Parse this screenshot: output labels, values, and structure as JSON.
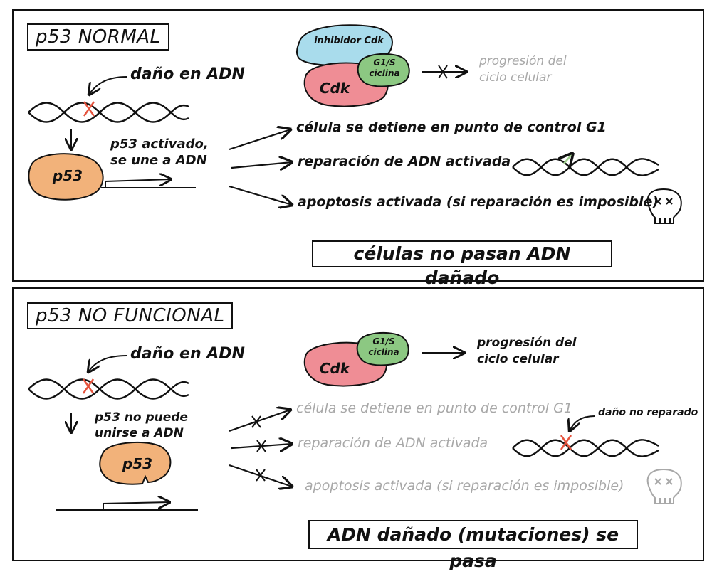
{
  "top": {
    "title": "p53 NORMAL",
    "damage_label": "daño en ADN",
    "p53_label": "p53",
    "activated_line1": "p53 activado,",
    "activated_line2": "se une a ADN",
    "inhibitor": "inhibidor Cdk",
    "cdk": "Cdk",
    "cyclin_line1": "G1/S",
    "cyclin_line2": "ciclina",
    "progression_line1": "progresión del",
    "progression_line2": "ciclo celular",
    "effects": [
      "célula se detiene en punto de control G1",
      "reparación de ADN activada",
      "apoptosis activada (si reparación es imposible)"
    ],
    "outcome": "células no pasan ADN dañado"
  },
  "bottom": {
    "title": "p53 NO FUNCIONAL",
    "damage_label": "daño en ADN",
    "p53_label": "p53",
    "cannot_line1": "p53 no puede",
    "cannot_line2": "unirse a ADN",
    "cdk": "Cdk",
    "cyclin_line1": "G1/S",
    "cyclin_line2": "ciclina",
    "progression_line1": "progresión del",
    "progression_line2": "ciclo celular",
    "effects": [
      "célula se detiene en punto de control G1",
      "reparación de ADN activada",
      "apoptosis activada (si reparación es imposible)"
    ],
    "unrepaired_label": "daño no reparado",
    "outcome": "ADN dañado (mutaciones) se pasa"
  },
  "colors": {
    "p53": "#f2b27a",
    "cdk": "#ef8d95",
    "cyclin": "#8cc882",
    "inhibitor": "#a9dcec",
    "damage": "#e5533d",
    "repair": "#9fd08e",
    "faded": "#a8a8a8"
  }
}
